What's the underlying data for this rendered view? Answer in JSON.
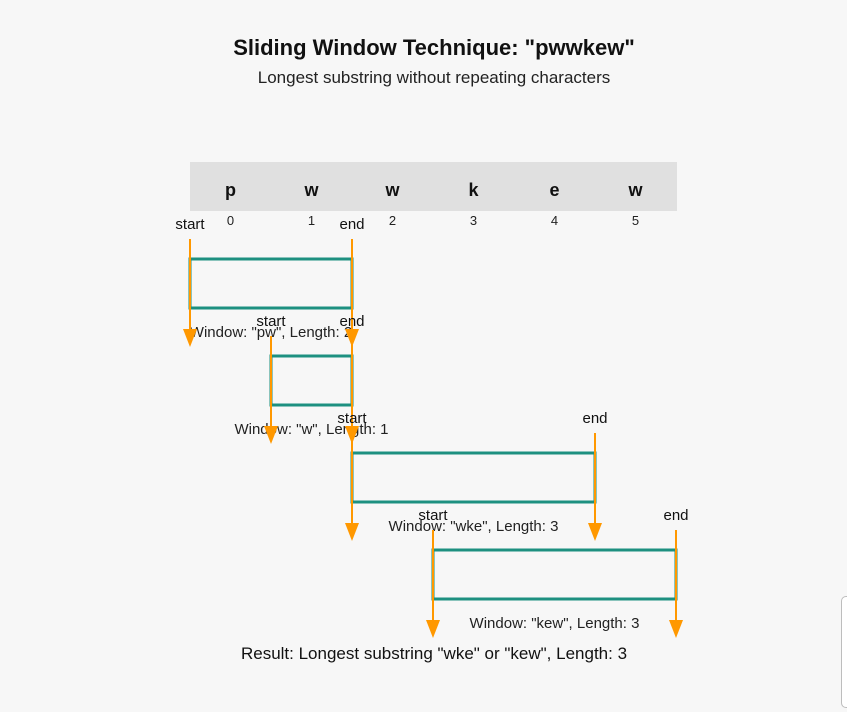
{
  "title": "Sliding Window Technique: \"pwwkew\"",
  "subtitle": "Longest substring without repeating characters",
  "string": {
    "chars": [
      "p",
      "w",
      "w",
      "k",
      "e",
      "w"
    ],
    "indices": [
      "0",
      "1",
      "2",
      "3",
      "4",
      "5"
    ]
  },
  "pointer_labels": {
    "start": "start",
    "end": "end"
  },
  "windows": [
    {
      "start": 0,
      "end": 2,
      "caption": "Window: \"pw\", Length: 2"
    },
    {
      "start": 1,
      "end": 2,
      "caption": "Window: \"w\", Length: 1"
    },
    {
      "start": 2,
      "end": 5,
      "caption": "Window: \"wke\", Length: 3"
    },
    {
      "start": 3,
      "end": 6,
      "caption": "Window: \"kew\", Length: 3"
    }
  ],
  "result": "Result: Longest substring \"wke\" or \"kew\", Length: 3",
  "colors": {
    "background": "#f7f7f7",
    "string_band": "#e0e0e0",
    "window_border": "#1e9080",
    "pointer_arrow": "#ff9800",
    "text": "#111111"
  }
}
